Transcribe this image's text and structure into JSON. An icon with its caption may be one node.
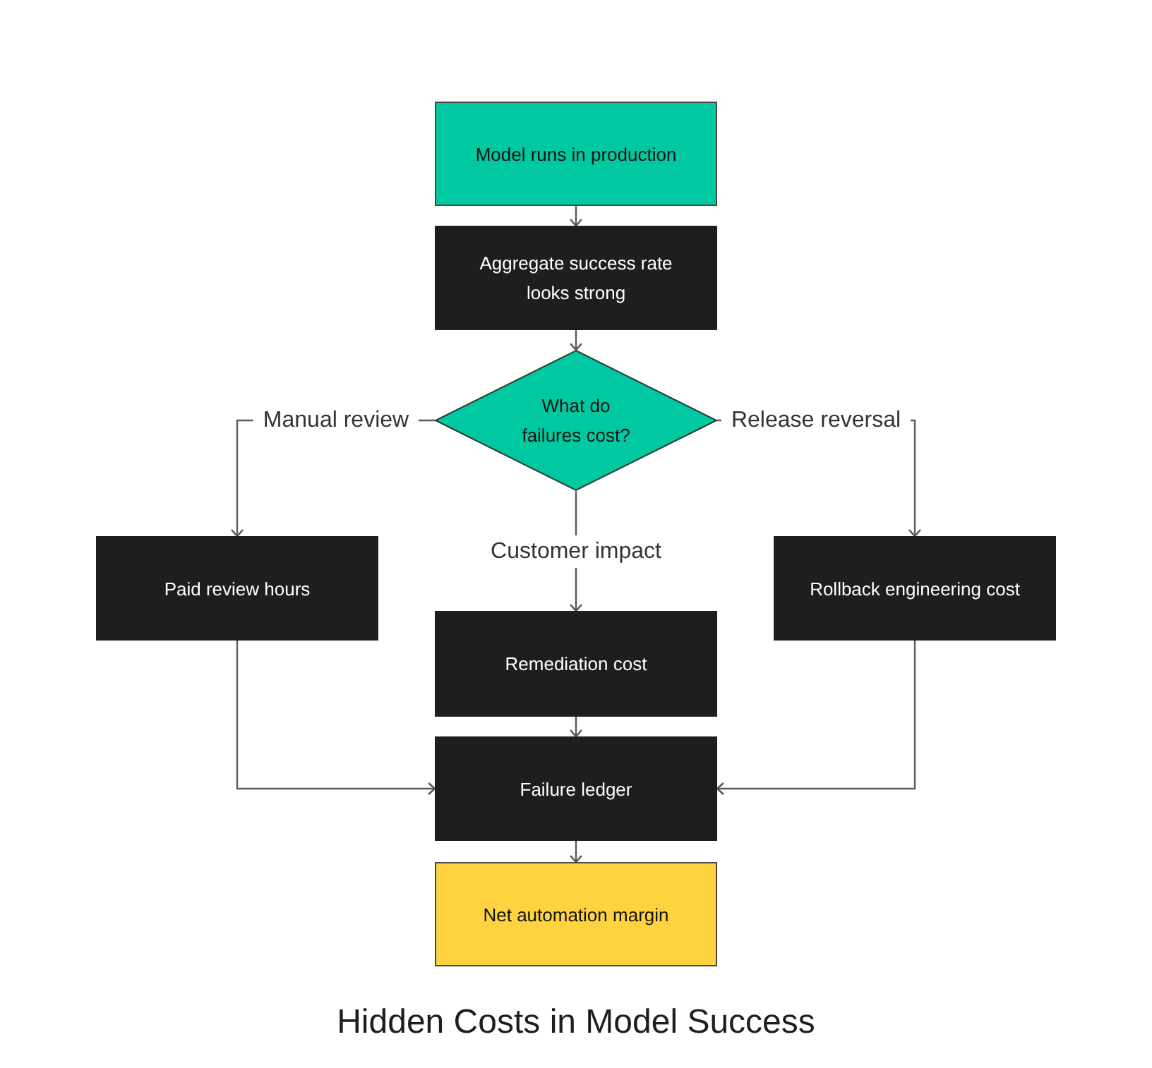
{
  "diagram": {
    "title": "Hidden Costs in Model Success",
    "nodes": [
      {
        "text": [
          "Model runs in production"
        ]
      },
      {
        "text": [
          "Aggregate success rate looks strong"
        ]
      },
      {
        "text": [
          "What do failures cost?"
        ]
      },
      {
        "text": [
          "Paid review hours"
        ]
      },
      {
        "text": [
          "Rollback engineering cost"
        ]
      },
      {
        "text": [
          "Remediation cost"
        ]
      },
      {
        "text": [
          "Failure ledger"
        ]
      },
      {
        "text": [
          "Net automation margin"
        ]
      }
    ],
    "edges": [
      {
        "from": 0,
        "to": 1,
        "arrow": "to"
      },
      {
        "from": 1,
        "to": 2,
        "arrow": "to"
      },
      {
        "from": 2,
        "to": 3,
        "arrow": "to",
        "label": "Manual review"
      },
      {
        "from": 2,
        "to": 5,
        "arrow": "to",
        "label": "Customer impact"
      },
      {
        "from": 2,
        "to": 4,
        "arrow": "to",
        "label": "Release reversal"
      },
      {
        "from": 3,
        "to": 6,
        "arrow": "to"
      },
      {
        "from": 5,
        "to": 6,
        "arrow": "to"
      },
      {
        "from": 4,
        "to": 6,
        "arrow": "to"
      },
      {
        "from": 6,
        "to": 7,
        "arrow": "to"
      }
    ]
  }
}
